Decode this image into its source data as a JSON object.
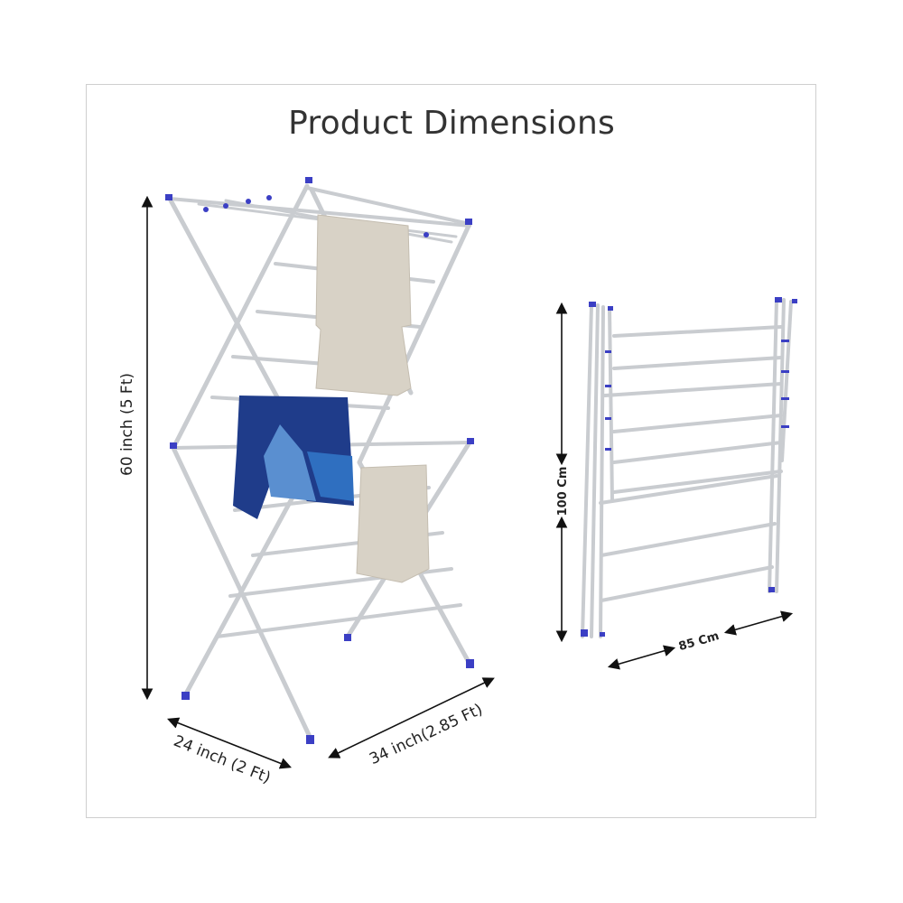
{
  "title": "Product Dimensions",
  "colors": {
    "frame": "#cfcfcf",
    "rod": "#cdd0d4",
    "cap": "#3b3fc4",
    "towel": "#d8d2c6",
    "shirt": "#1f3c8a"
  },
  "dimensions": {
    "height": "60 inch (5 Ft)",
    "depth": "24 inch (2 Ft)",
    "width": "34 inch(2.85 Ft)",
    "folded_height": "100 Cm",
    "folded_width": "85 Cm"
  }
}
